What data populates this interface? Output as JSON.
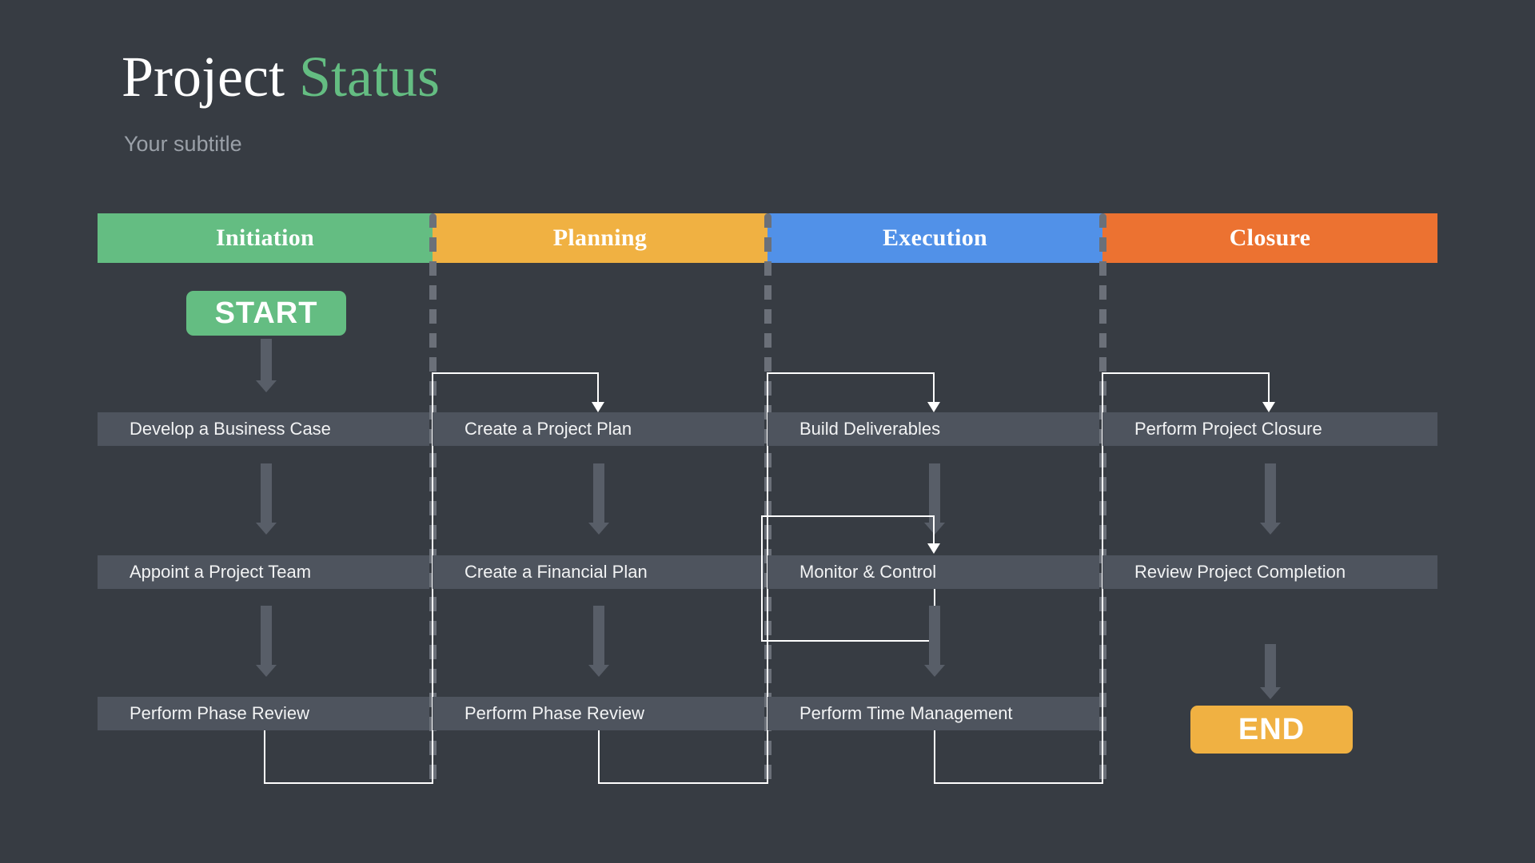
{
  "header": {
    "title_part1": "Project",
    "title_part2": "Status",
    "subtitle": "Your subtitle"
  },
  "colors": {
    "background": "#373c43",
    "initiation": "#64bd82",
    "planning": "#f0b142",
    "execution": "#5191e8",
    "closure": "#ec7231",
    "task_box": "#4e545e",
    "arrow_gray": "#585e68",
    "connector_white": "#ffffff",
    "divider_gray": "#6b7079",
    "title_accent": "#64bd82",
    "subtitle_gray": "#9aa0a8"
  },
  "start_button": {
    "label": "START",
    "color": "#64bd82"
  },
  "end_button": {
    "label": "END",
    "color": "#f0b142"
  },
  "phases": [
    {
      "name": "Initiation",
      "color": "#64bd82",
      "tasks": [
        "Develop a Business Case",
        "Appoint a Project Team",
        "Perform Phase Review"
      ]
    },
    {
      "name": "Planning",
      "color": "#f0b142",
      "tasks": [
        "Create a Project Plan",
        "Create a Financial Plan",
        "Perform Phase Review"
      ]
    },
    {
      "name": "Execution",
      "color": "#5191e8",
      "tasks": [
        "Build Deliverables",
        "Monitor & Control",
        "Perform Time Management"
      ]
    },
    {
      "name": "Closure",
      "color": "#ec7231",
      "tasks": [
        "Perform Project Closure",
        "Review Project Completion",
        ""
      ]
    }
  ]
}
